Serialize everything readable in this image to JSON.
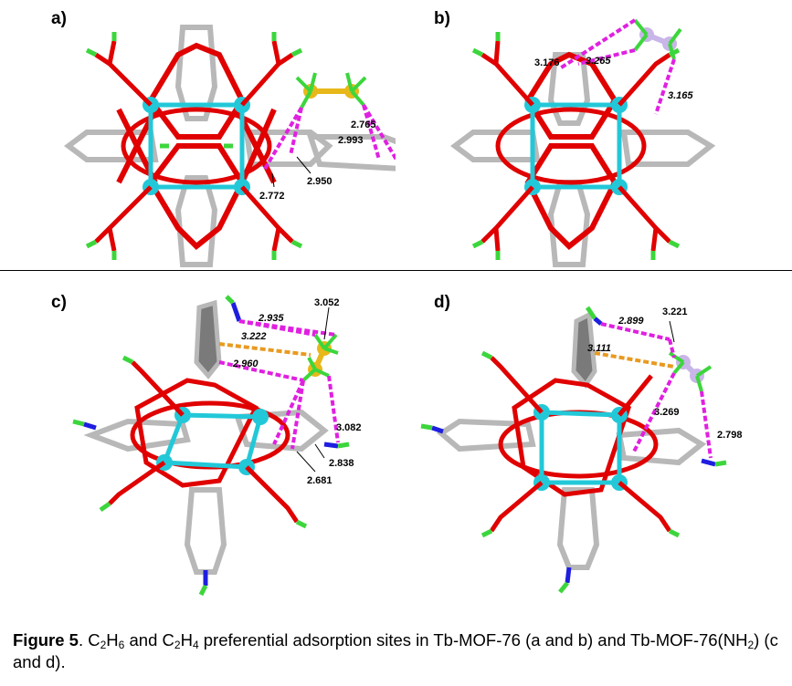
{
  "panels": {
    "a": {
      "label": "a)",
      "distances": [
        "2.765",
        "2.993",
        "2.950",
        "2.772"
      ]
    },
    "b": {
      "label": "b)",
      "distances": [
        "3.176",
        "3.265",
        "3.165"
      ]
    },
    "c": {
      "label": "c)",
      "distances": [
        "2.935",
        "3.052",
        "3.222",
        "2.960",
        "3.082",
        "2.838",
        "2.681"
      ]
    },
    "d": {
      "label": "d)",
      "distances": [
        "2.899",
        "3.221",
        "3.111",
        "3.269",
        "2.798"
      ]
    }
  },
  "caption": {
    "figure_label": "Figure 5",
    "parts": {
      "p1": ". C",
      "s1": "2",
      "p2": "H",
      "s2": "6",
      "p3": " and C",
      "s3": "2",
      "p4": "H",
      "s4": "4",
      "p5": " preferential adsorption sites in Tb-MOF-76 (a and b) and Tb-MOF-76(NH",
      "s5": "2",
      "p6": ") (c and d)."
    }
  },
  "colors": {
    "oxygen": "#e00000",
    "terbium": "#22c8d8",
    "carbon": "#b8b8b8",
    "hydrogen": "#3cd63c",
    "nitrogen": "#1e1ee0",
    "adsorbate_carbon": "#e8b81a",
    "ethylene_carbon": "#c9b6e8",
    "contact_magenta": "#e020e0",
    "contact_orange": "#e89a20"
  }
}
